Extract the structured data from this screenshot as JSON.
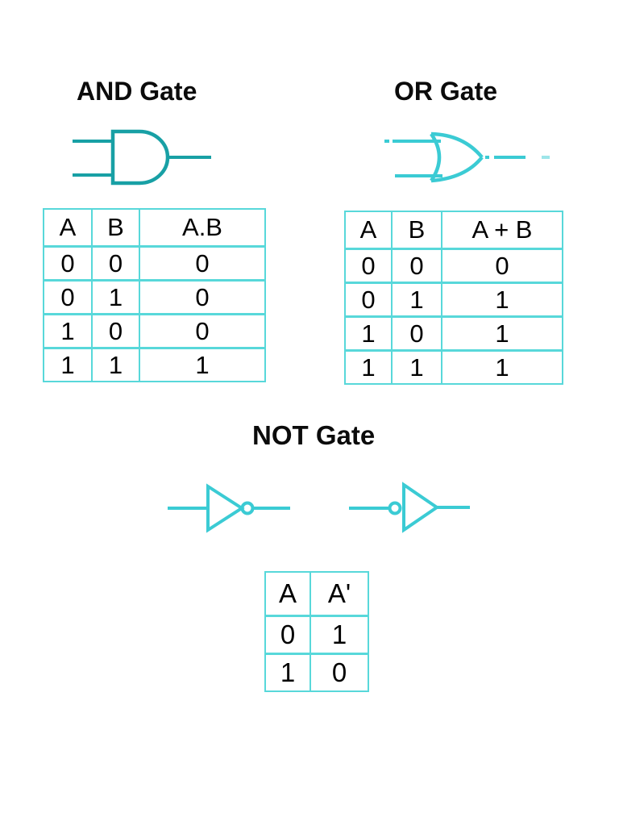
{
  "colors": {
    "title_color": "#0b0b0b",
    "and_gate_stroke": "#18a0a5",
    "or_gate_stroke": "#3bcbd4",
    "not_gate_stroke": "#3bcbd4",
    "table_border": "#58d8da",
    "page_background": "#ffffff",
    "text_color": "#000000"
  },
  "sections": {
    "and_gate": {
      "title": "AND Gate",
      "symbol": "and-gate-icon",
      "table": {
        "headers": [
          "A",
          "B",
          "A.B"
        ],
        "rows": [
          [
            "0",
            "0",
            "0"
          ],
          [
            "0",
            "1",
            "0"
          ],
          [
            "1",
            "0",
            "0"
          ],
          [
            "1",
            "1",
            "1"
          ]
        ]
      }
    },
    "or_gate": {
      "title": "OR Gate",
      "symbol": "or-gate-icon",
      "table": {
        "headers": [
          "A",
          "B",
          "A + B"
        ],
        "rows": [
          [
            "0",
            "0",
            "0"
          ],
          [
            "0",
            "1",
            "1"
          ],
          [
            "1",
            "0",
            "1"
          ],
          [
            "1",
            "1",
            "1"
          ]
        ]
      }
    },
    "not_gate": {
      "title": "NOT Gate",
      "symbols": [
        "not-inverter-bubble-output-icon",
        "not-inverter-bubble-input-icon"
      ],
      "table": {
        "headers": [
          "A",
          "A'"
        ],
        "rows": [
          [
            "0",
            "1"
          ],
          [
            "1",
            "0"
          ]
        ]
      }
    }
  }
}
